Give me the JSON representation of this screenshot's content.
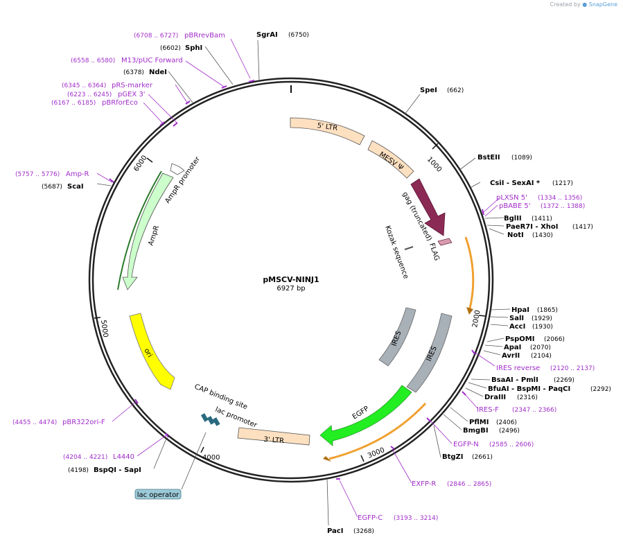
{
  "app": {
    "credit_prefix": "Created by",
    "credit_brand": "SnapGene"
  },
  "plasmid": {
    "name": "pMSCV-NINJ1",
    "length_label": "6927 bp",
    "total_bp": 6927
  },
  "ticks": [
    "1000",
    "2000",
    "3000",
    "4000",
    "5000",
    "6000"
  ],
  "sites": [
    {
      "name": "SgrAI",
      "pos": "(6750)"
    },
    {
      "name": "SpeI",
      "pos": "(662)"
    },
    {
      "name": "BstEII",
      "pos": "(1089)"
    },
    {
      "name": "CsiI - SexAI *",
      "pos": "(1217)"
    },
    {
      "name": "BglII",
      "pos": "(1411)"
    },
    {
      "name": "PaeR7I - XhoI",
      "pos": "(1417)"
    },
    {
      "name": "NotI",
      "pos": "(1430)"
    },
    {
      "name": "HpaI",
      "pos": "(1865)"
    },
    {
      "name": "SalI",
      "pos": "(1929)"
    },
    {
      "name": "AccI",
      "pos": "(1930)"
    },
    {
      "name": "PspOMI",
      "pos": "(2066)"
    },
    {
      "name": "ApaI",
      "pos": "(2070)"
    },
    {
      "name": "AvrII",
      "pos": "(2104)"
    },
    {
      "name": "BsaAI - PmlI",
      "pos": "(2269)"
    },
    {
      "name": "BfuAI - BspMI - PaqCI",
      "pos": "(2292)"
    },
    {
      "name": "DraIII",
      "pos": "(2316)"
    },
    {
      "name": "PflMI",
      "pos": "(2406)"
    },
    {
      "name": "BmgBI",
      "pos": "(2496)"
    },
    {
      "name": "BtgZI",
      "pos": "(2661)"
    },
    {
      "name": "PacI",
      "pos": "(3268)"
    },
    {
      "name": "BspQI - SapI",
      "pos": "(4198)"
    },
    {
      "name": "ScaI",
      "pos": "(5687)"
    },
    {
      "name": "NdeI",
      "pos": "(6378)"
    },
    {
      "name": "SphI",
      "pos": "(6602)"
    }
  ],
  "primers": [
    {
      "name": "pBRrevBam",
      "pos": "(6708 .. 6727)"
    },
    {
      "name": "M13/pUC Forward",
      "pos": "(6558 .. 6580)"
    },
    {
      "name": "pRS-marker",
      "pos": "(6345 .. 6364)"
    },
    {
      "name": "pGEX 3'",
      "pos": "(6223 .. 6245)"
    },
    {
      "name": "pBRforEco",
      "pos": "(6167 .. 6185)"
    },
    {
      "name": "Amp-R",
      "pos": "(5757 .. 5776)"
    },
    {
      "name": "pLXSN 5'",
      "pos": "(1334 .. 1356)"
    },
    {
      "name": "pBABE 5'",
      "pos": "(1372 .. 1388)"
    },
    {
      "name": "IRES reverse",
      "pos": "(2120 .. 2137)"
    },
    {
      "name": "IRES-F",
      "pos": "(2347 .. 2366)"
    },
    {
      "name": "EGFP-N",
      "pos": "(2585 .. 2606)"
    },
    {
      "name": "EXFP-R",
      "pos": "(2846 .. 2865)"
    },
    {
      "name": "EGFP-C",
      "pos": "(3193 .. 3214)"
    },
    {
      "name": "pBR322ori-F",
      "pos": "(4455 .. 4474)"
    },
    {
      "name": "L4440",
      "pos": "(4204 .. 4221)"
    }
  ],
  "features": {
    "ltr5": "5' LTR",
    "mesv": "MESV Ψ",
    "gag": "gag (truncated)",
    "flag": "FLAG",
    "kozak": "Kozak sequence",
    "ires_inner": "IRES",
    "ires_outer": "IRES",
    "egfp": "EGFP",
    "ltr3": "3' LTR",
    "cap": "CAP binding site",
    "lac_promoter": "lac promoter",
    "lac_operator": "lac operator",
    "ori": "ori",
    "ampr": "AmpR",
    "ampr_promoter": "AmpR promoter"
  },
  "colors": {
    "ltr": "#fde0c0",
    "mesv": "#fde0c0",
    "gag": "#8b2a55",
    "flag": "#d89ab0",
    "ires": "#a8b0b8",
    "egfp": "#22ee22",
    "ori": "#ffff00",
    "ampr": "#ccffcc",
    "primer": "#a02cc8",
    "orange_track": "#f0a030",
    "lac_operator": "#9ccad8"
  }
}
